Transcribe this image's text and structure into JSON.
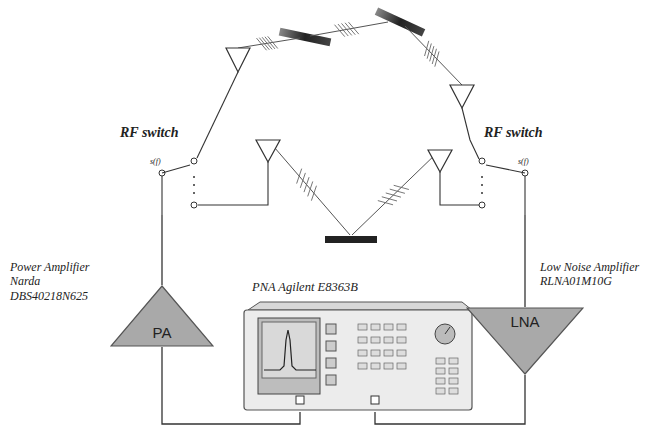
{
  "diagram": {
    "nodes": [
      {
        "text": [
          "RF switch"
        ]
      },
      {
        "text": [
          "RF switch"
        ]
      },
      {
        "text": [
          "PA"
        ]
      },
      {
        "text": [
          "PNA Agilent E8363B"
        ]
      },
      {
        "text": [
          "LNA"
        ]
      }
    ],
    "edges": [
      {
        "from": 3,
        "to": 2,
        "arrow": "none"
      },
      {
        "from": 2,
        "to": 0,
        "arrow": "none"
      },
      {
        "from": 1,
        "to": 4,
        "arrow": "none"
      },
      {
        "from": 4,
        "to": 3,
        "arrow": "none"
      }
    ],
    "labels": [
      "s(f)",
      "s(f)",
      "Power Amplifier Narda DBS40218N625",
      "Low Noise Amplifier RLNA01M10G"
    ]
  }
}
